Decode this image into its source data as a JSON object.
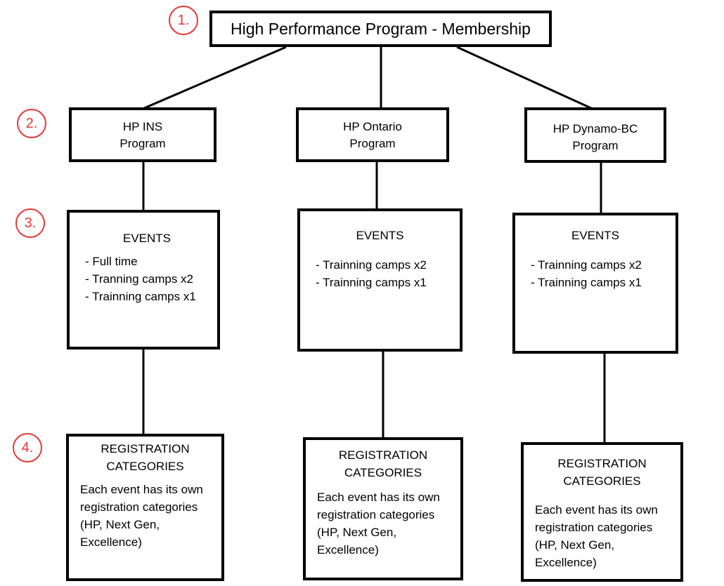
{
  "root": {
    "title": "High Performance Program - Membership"
  },
  "markers": [
    "1.",
    "2.",
    "3.",
    "4."
  ],
  "programs": [
    {
      "name_line1": "HP INS",
      "name_line2": "Program",
      "events_title": "EVENTS",
      "events": [
        "- Full time",
        "- Tranning camps x2",
        "- Trainning camps x1"
      ],
      "reg_title_line1": "REGISTRATION",
      "reg_title_line2": "CATEGORIES",
      "reg_desc": [
        "Each event has its own",
        "registration categories",
        "(HP, Next Gen,",
        "Excellence)"
      ]
    },
    {
      "name_line1": "HP Ontario",
      "name_line2": "Program",
      "events_title": "EVENTS",
      "events": [
        "- Trainning camps x2",
        "- Trainning camps x1"
      ],
      "reg_title_line1": "REGISTRATION",
      "reg_title_line2": "CATEGORIES",
      "reg_desc": [
        "Each event has its own",
        "registration categories",
        "(HP, Next Gen,",
        "Excellence)"
      ]
    },
    {
      "name_line1": "HP Dynamo-BC",
      "name_line2": "Program",
      "events_title": "EVENTS",
      "events": [
        "- Trainning camps x2",
        "- Trainning camps x1"
      ],
      "reg_title_line1": "REGISTRATION",
      "reg_title_line2": "CATEGORIES",
      "reg_desc": [
        "Each event has its own",
        "registration categories",
        "(HP, Next Gen,",
        "Excellence)"
      ]
    }
  ],
  "colors": {
    "marker": "#e53935",
    "border": "#000000",
    "background": "#ffffff"
  }
}
